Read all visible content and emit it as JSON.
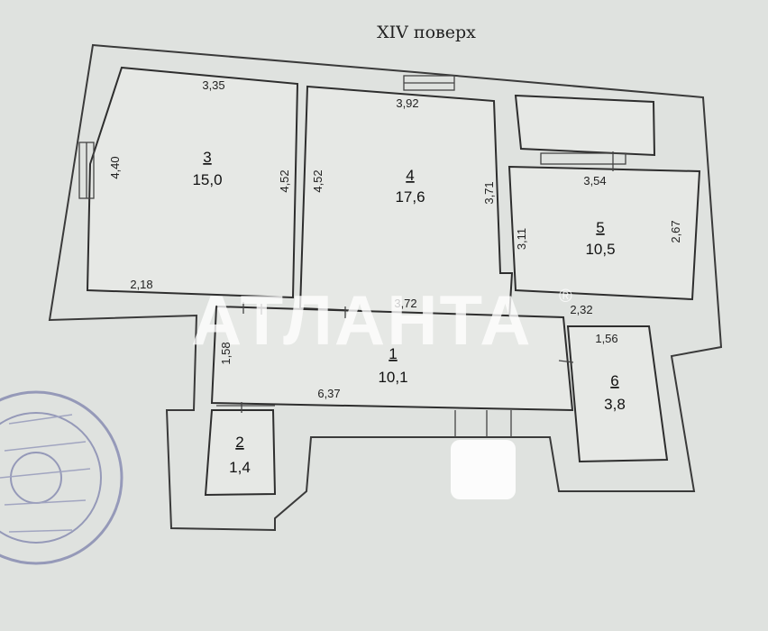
{
  "title": "XIV поверх",
  "watermark": {
    "text": "АТЛАНТА",
    "registered": "®"
  },
  "rooms": [
    {
      "id": "3",
      "number": "3",
      "area": "15,0"
    },
    {
      "id": "4",
      "number": "4",
      "area": "17,6"
    },
    {
      "id": "5",
      "number": "5",
      "area": "10,5"
    },
    {
      "id": "1",
      "number": "1",
      "area": "10,1"
    },
    {
      "id": "6",
      "number": "6",
      "area": "3,8"
    },
    {
      "id": "2",
      "number": "2",
      "area": "1,4"
    }
  ],
  "dimensions": {
    "r3_top": "3,35",
    "r3_left": "4,40",
    "r3_right": "4,52",
    "r3_bottom": "2,18",
    "r4_top": "3,92",
    "r4_left": "4,52",
    "r4_right": "3,71",
    "r4_bottom": "3,72",
    "r5_top": "3,54",
    "r5_left": "3,11",
    "r5_right": "2,67",
    "r5_bottom": "2,32",
    "r1_left": "1,58",
    "r1_bottom": "6,37",
    "r6_top": "1,56"
  },
  "colors": {
    "paper": "#dfe2df",
    "line": "#2e2e2e",
    "stamp": "#5a5f9a"
  }
}
